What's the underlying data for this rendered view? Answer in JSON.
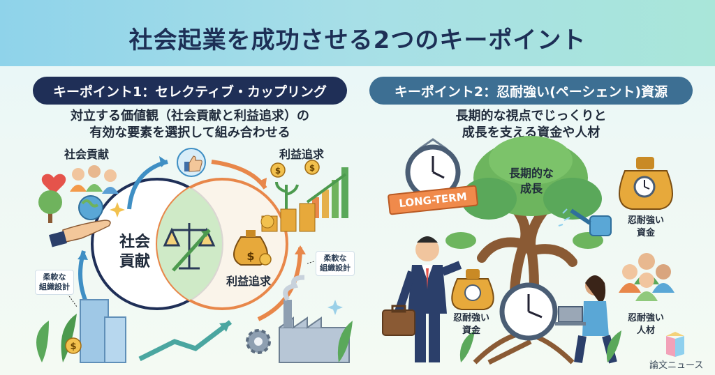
{
  "title": "社会起業を成功させる2つのキーポイント",
  "key1": {
    "label": "キーポイント1：セレクティブ・カップリング",
    "subtitle_line1": "対立する価値観（社会貢献と利益追求）の",
    "subtitle_line2": "有効な要素を選択して組み合わせる",
    "social_top": "社会貢献",
    "profit_top": "利益追求",
    "social_center_line1": "社会",
    "social_center_line2": "貢献",
    "profit_center": "利益追求",
    "note_right_line1": "柔軟な",
    "note_right_line2": "組織設計",
    "note_left_line1": "柔軟な",
    "note_left_line2": "組織設計"
  },
  "key2": {
    "label": "キーポイント2：忍耐強い(ペーシェント)資源",
    "subtitle_line1": "長期的な視点でじっくりと",
    "subtitle_line2": "成長を支える資金や人材",
    "tag": "LONG-TERM",
    "tree_line1": "長期的な",
    "tree_line2": "成長",
    "fund_right_line1": "忍耐強い",
    "fund_right_line2": "資金",
    "fund_left_line1": "忍耐強い",
    "fund_left_line2": "資金",
    "talent_line1": "忍耐強い",
    "talent_line2": "人材"
  },
  "brand": "論文ニュース",
  "icons": [
    "heart-icon",
    "people-icon",
    "globe-icon",
    "hand-icon",
    "tree-icon",
    "thumbs-up-icon",
    "coin-icon",
    "scale-icon",
    "money-bag-icon",
    "building-icon",
    "factory-icon",
    "gear-icon",
    "clock-icon",
    "watering-can-icon",
    "briefcase-icon",
    "laptop-icon",
    "book-logo-icon"
  ],
  "colors": {
    "header_bg": "#a7dfe7",
    "title_text": "#1d2f56",
    "pill1_bg": "#1f2f57",
    "pill2_bg": "#3d6f93",
    "arrow_blue": "#3f8fc4",
    "arrow_orange": "#e8874a",
    "tag_orange": "#f08a4b",
    "gold": "#e7a93b",
    "tree_green": "#5aa85a"
  }
}
